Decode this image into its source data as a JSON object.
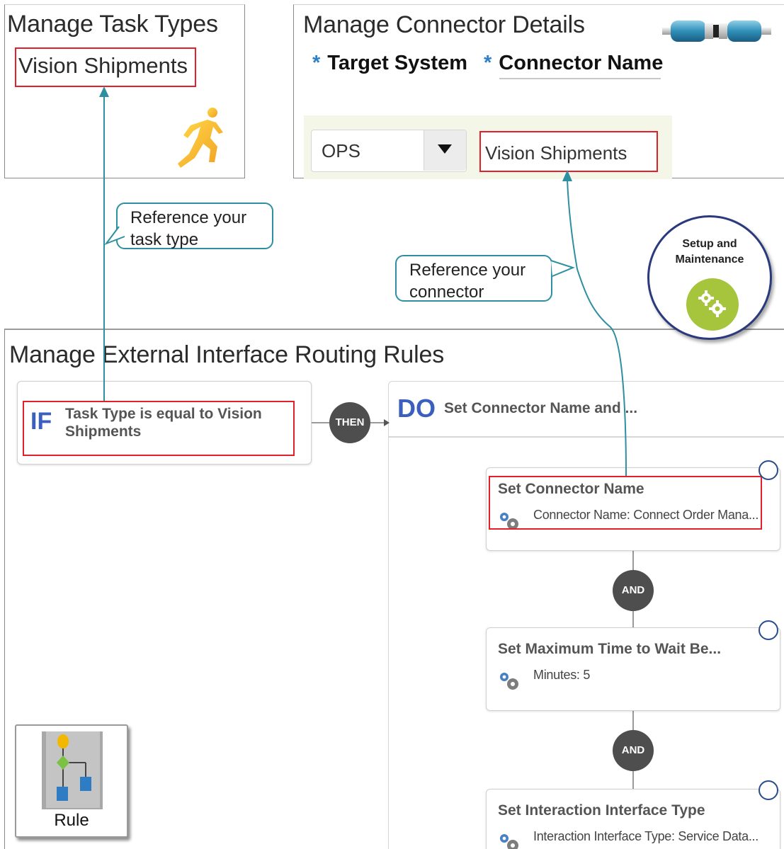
{
  "task_types": {
    "title": "Manage Task Types",
    "value": "Vision Shipments"
  },
  "connector_details": {
    "title": "Manage Connector Details",
    "target_system_label": "Target System",
    "connector_name_label": "Connector Name",
    "required_marker": "*",
    "target_system_value": "OPS",
    "connector_name_value": "Vision Shipments"
  },
  "callouts": {
    "task_type": "Reference  your task type",
    "connector": "Reference  your connector"
  },
  "setup_badge": {
    "label": "Setup and Maintenance"
  },
  "routing_rules": {
    "title": "Manage External Interface Routing Rules",
    "if_keyword": "IF",
    "if_condition": "Task Type is equal to Vision Shipments",
    "then_label": "THEN",
    "do_keyword": "DO",
    "do_title": "Set Connector Name and ...",
    "and_label": "AND",
    "actions": [
      {
        "title": "Set Connector Name",
        "detail": "Connector Name: Connect Order Mana..."
      },
      {
        "title": "Set Maximum Time to Wait Be...",
        "detail": "Minutes: 5"
      },
      {
        "title": "Set Interaction Interface Type",
        "detail": "Interaction Interface Type: Service Data..."
      }
    ]
  },
  "rule_tile": {
    "label": "Rule"
  },
  "colors": {
    "highlight": "#e2202a",
    "callout_line": "#2d8fa0",
    "keyword_blue": "#3b5fbe",
    "setup_green": "#a6c43c"
  }
}
